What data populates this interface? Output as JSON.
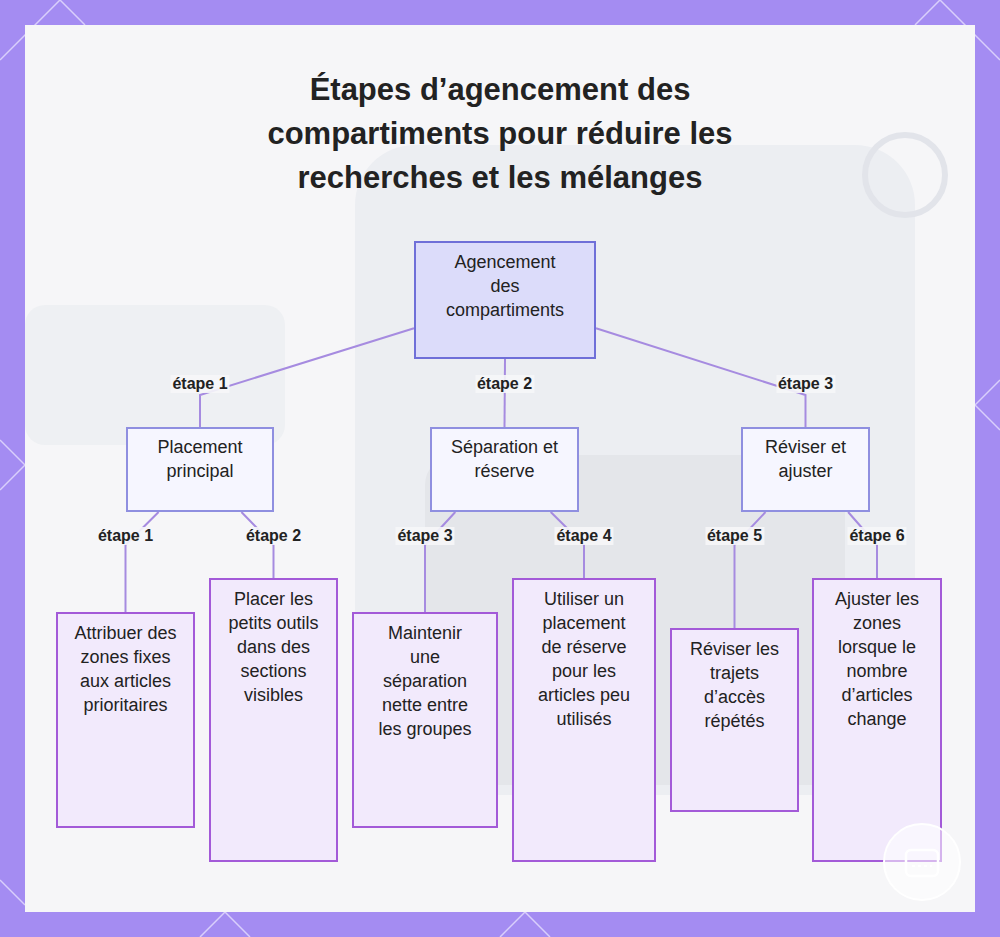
{
  "diagram": {
    "title": "Étapes d’agencement des compartiments pour réduire les recherches et les mélanges",
    "nodes": [
      {
        "text": [
          "Agencement des compartiments"
        ]
      },
      {
        "text": [
          "Placement principal"
        ]
      },
      {
        "text": [
          "Séparation et réserve"
        ]
      },
      {
        "text": [
          "Réviser et ajuster"
        ]
      },
      {
        "text": [
          "Attribuer des zones fixes aux articles prioritaires"
        ]
      },
      {
        "text": [
          "Placer les petits outils dans des sections visibles"
        ]
      },
      {
        "text": [
          "Maintenir une séparation nette entre les groupes"
        ]
      },
      {
        "text": [
          "Utiliser un placement de réserve pour les articles peu utilisés"
        ]
      },
      {
        "text": [
          "Réviser les trajets d’accès répétés"
        ]
      },
      {
        "text": [
          "Ajuster les zones lorsque le nombre d’articles change"
        ]
      }
    ],
    "edges": [
      {
        "from": 0,
        "to": 1,
        "arrow": "none",
        "label": "étape 1"
      },
      {
        "from": 0,
        "to": 2,
        "arrow": "none",
        "label": "étape 2"
      },
      {
        "from": 0,
        "to": 3,
        "arrow": "none",
        "label": "étape 3"
      },
      {
        "from": 1,
        "to": 4,
        "arrow": "none",
        "label": "étape 1"
      },
      {
        "from": 1,
        "to": 5,
        "arrow": "none",
        "label": "étape 2"
      },
      {
        "from": 2,
        "to": 6,
        "arrow": "none",
        "label": "étape 3"
      },
      {
        "from": 2,
        "to": 7,
        "arrow": "none",
        "label": "étape 4"
      },
      {
        "from": 3,
        "to": 8,
        "arrow": "none",
        "label": "étape 5"
      },
      {
        "from": 3,
        "to": 9,
        "arrow": "none",
        "label": "étape 6"
      }
    ]
  }
}
